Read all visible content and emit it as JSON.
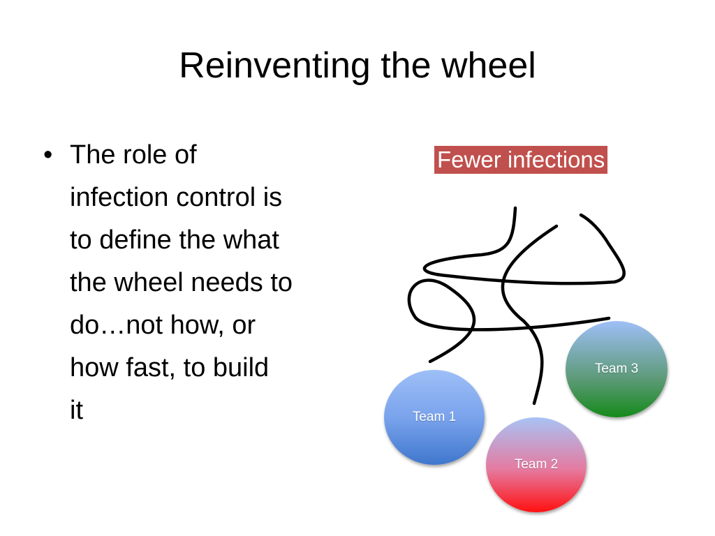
{
  "slide": {
    "title": "Reinventing the wheel",
    "bullets": [
      {
        "lines": [
          "The role of",
          "infection control is",
          "to define the what",
          "the wheel needs to",
          "do…not how, or",
          "how fast, to build",
          "it"
        ]
      }
    ]
  },
  "diagram": {
    "goal_label": "Fewer infections",
    "goal_color": "#c0504d",
    "teams": [
      {
        "label": "Team 1"
      },
      {
        "label": "Team 2"
      },
      {
        "label": "Team 3"
      }
    ],
    "path_color": "#000000"
  }
}
